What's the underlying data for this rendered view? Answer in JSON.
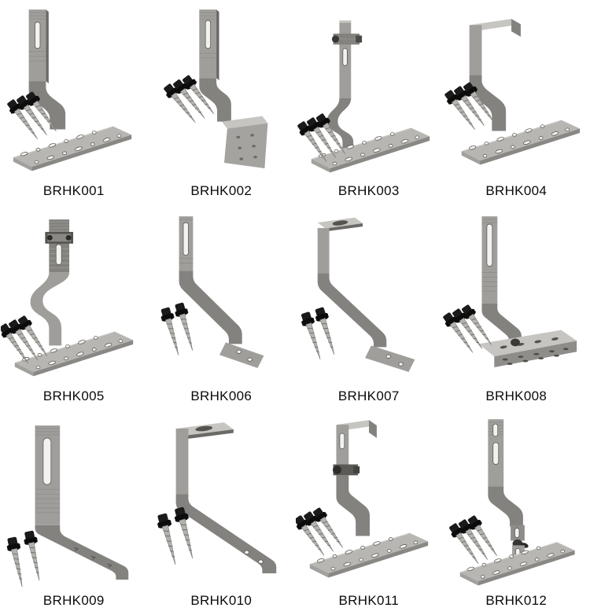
{
  "page": {
    "background": "#ffffff",
    "kind": "product-catalog-sheet"
  },
  "products": [
    {
      "code": "BRHK001",
      "photo": "roof-hook-z-strap-flat-base-plate",
      "screw_count": 3
    },
    {
      "code": "BRHK002",
      "photo": "roof-hook-z-strap-angled-perforated-plate",
      "screw_count": 3
    },
    {
      "code": "BRHK003",
      "photo": "roof-hook-bolt-adjustable-strap-base-plate",
      "screw_count": 3
    },
    {
      "code": "BRHK004",
      "photo": "roof-hook-top-bend-s-strap-base-plate",
      "screw_count": 3
    },
    {
      "code": "BRHK005",
      "photo": "roof-hook-serrated-adjustable-s-strap-base-plate",
      "screw_count": 3
    },
    {
      "code": "BRHK006",
      "photo": "roof-hook-slim-diagonal-strap-two-hole-foot",
      "screw_count": 2
    },
    {
      "code": "BRHK007",
      "photo": "roof-hook-top-flange-diagonal-strap-two-hole-foot",
      "screw_count": 2
    },
    {
      "code": "BRHK008",
      "photo": "roof-hook-slotted-strap-bolted-channel-base",
      "screw_count": 3
    },
    {
      "code": "BRHK009",
      "photo": "roof-hook-wide-l-strap-long-foot",
      "screw_count": 2
    },
    {
      "code": "BRHK010",
      "photo": "roof-hook-top-flange-long-l-foot",
      "screw_count": 2
    },
    {
      "code": "BRHK011",
      "photo": "roof-hook-top-bend-bolted-s-strap-base-plate",
      "screw_count": 3
    },
    {
      "code": "BRHK012",
      "photo": "roof-hook-two-piece-bolt-adjustable-strap-base-plate",
      "screw_count": 3
    }
  ],
  "colors": {
    "steel_light": "#c7c5c1",
    "steel_mid": "#a09e9a",
    "steel_dark": "#84827e",
    "screw_head": "#111111",
    "label_text": "#0b0b0b",
    "background": "#ffffff"
  }
}
